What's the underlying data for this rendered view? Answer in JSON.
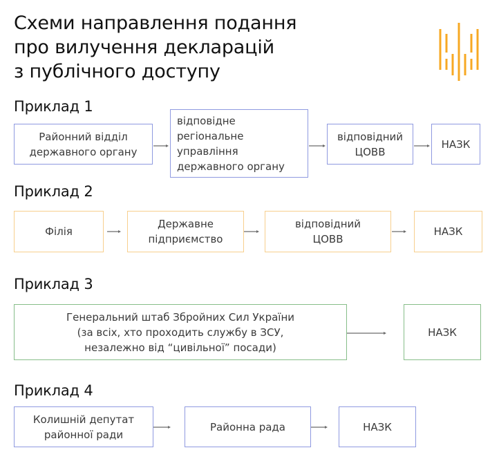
{
  "title": {
    "lines": [
      "Схеми направлення подання",
      "про вилучення декларацій",
      "з публічного доступу"
    ]
  },
  "colors": {
    "logo": "#f7a823",
    "blue_border": "#8e99e0",
    "orange_border": "#f7cf8d",
    "green_border": "#86bd88",
    "arrow": "#6b6b6b"
  },
  "examples": [
    {
      "heading": "Приклад 1",
      "boxes": [
        "Районний відділ\nдержавного органу",
        "відповідне\nрегіональне\nуправління\nдержавного органу",
        "відповідний\nЦОВВ",
        "НАЗК"
      ]
    },
    {
      "heading": "Приклад 2",
      "boxes": [
        "Філія",
        "Державне\nпідприємство",
        "відповідний\nЦОВВ",
        "НАЗК"
      ]
    },
    {
      "heading": "Приклад 3",
      "boxes": [
        "Генеральний штаб Збройних Сил України\n(за всіх, хто проходить службу в ЗСУ,\nнезалежно від “цивільної” посади)",
        "НАЗК"
      ]
    },
    {
      "heading": "Приклад 4",
      "boxes": [
        "Колишній депутат\nрайонної ради",
        "Районна рада",
        "НАЗК"
      ]
    }
  ]
}
